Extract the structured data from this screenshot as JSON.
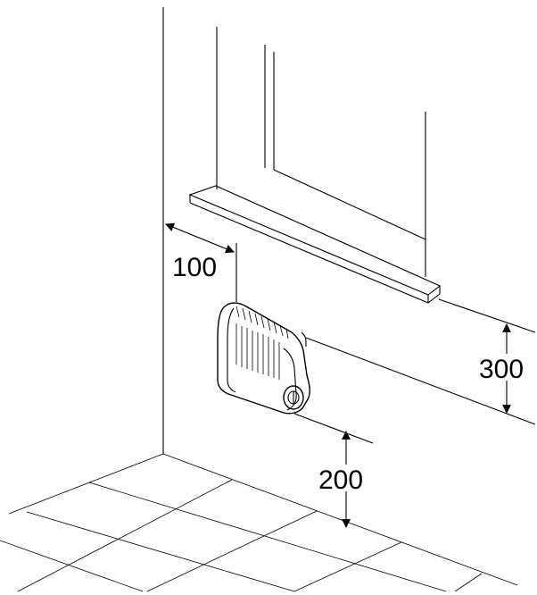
{
  "dimensions": {
    "wall_gap": "100",
    "sill_clearance": "300",
    "floor_clearance": "200"
  },
  "colors": {
    "stroke": "#000000",
    "background": "#ffffff"
  }
}
